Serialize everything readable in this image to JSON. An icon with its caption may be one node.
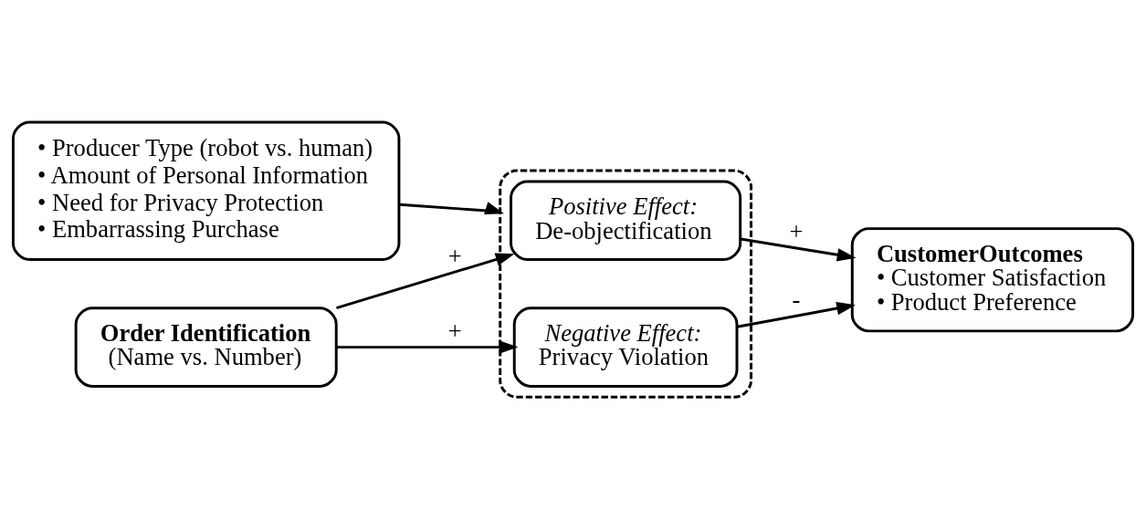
{
  "diagram": {
    "nodes": [
      {
        "text": [
          "• Producer Type (robot vs. human)",
          "• Amount of Personal Information",
          "• Need for Privacy Protection",
          "• Embarrassing Purchase"
        ]
      },
      {
        "text": [
          "Order Identification",
          "(Name vs. Number)"
        ]
      },
      {
        "text": [],
        "shape": "box"
      },
      {
        "text": [
          "Positive Effect:",
          "De-objectification"
        ],
        "in": 2
      },
      {
        "text": [
          "Negative Effect:",
          "Privacy Violation"
        ],
        "in": 2
      },
      {
        "text": [
          "CustomerOutcomes",
          "• Customer Satisfaction",
          "• Product Preference"
        ]
      }
    ],
    "edges": [
      {
        "from": 0,
        "to": 2,
        "arrow": "to"
      },
      {
        "from": 1,
        "to": 3,
        "arrow": "to",
        "label": "+"
      },
      {
        "from": 1,
        "to": 4,
        "arrow": "to",
        "label": "+"
      },
      {
        "from": 3,
        "to": 5,
        "arrow": "to",
        "label": "+"
      },
      {
        "from": 4,
        "to": 5,
        "arrow": "to",
        "label": "-"
      }
    ]
  }
}
